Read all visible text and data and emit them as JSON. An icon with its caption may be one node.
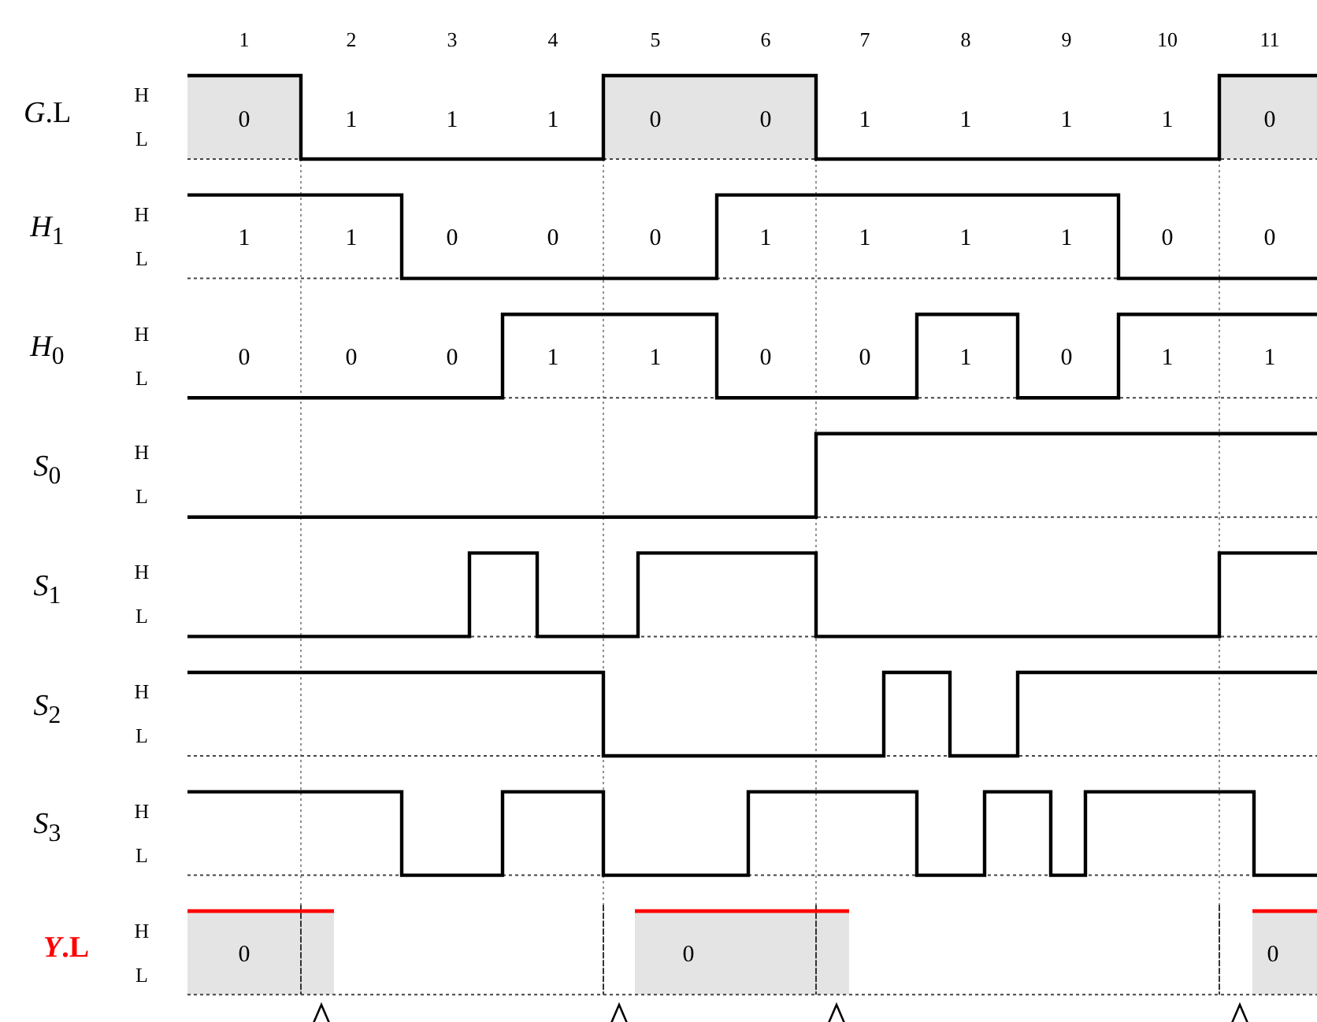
{
  "diagram": {
    "labels": [
      "1",
      "2",
      "3",
      "4",
      "5",
      "6",
      "7",
      "8",
      "9",
      "10",
      "11",
      "*G*.L",
      "H",
      "L",
      "0",
      "1",
      "1",
      "1",
      "0",
      "0",
      "1",
      "1",
      "1",
      "1",
      "0",
      "*H*$_{1}$",
      "H",
      "L",
      "1",
      "1",
      "0",
      "0",
      "0",
      "1",
      "1",
      "1",
      "1",
      "0",
      "0",
      "*H*$_{0}$",
      "H",
      "L",
      "0",
      "0",
      "0",
      "1",
      "1",
      "0",
      "0",
      "1",
      "0",
      "1",
      "1",
      "*S*$_{0}$",
      "H",
      "L",
      "*S*$_{1}$",
      "H",
      "L",
      "*S*$_{2}$",
      "H",
      "L",
      "*S*$_{3}$",
      "H",
      "L",
      "*Y*.L",
      "H",
      "L",
      "0",
      "0",
      "0"
    ]
  }
}
